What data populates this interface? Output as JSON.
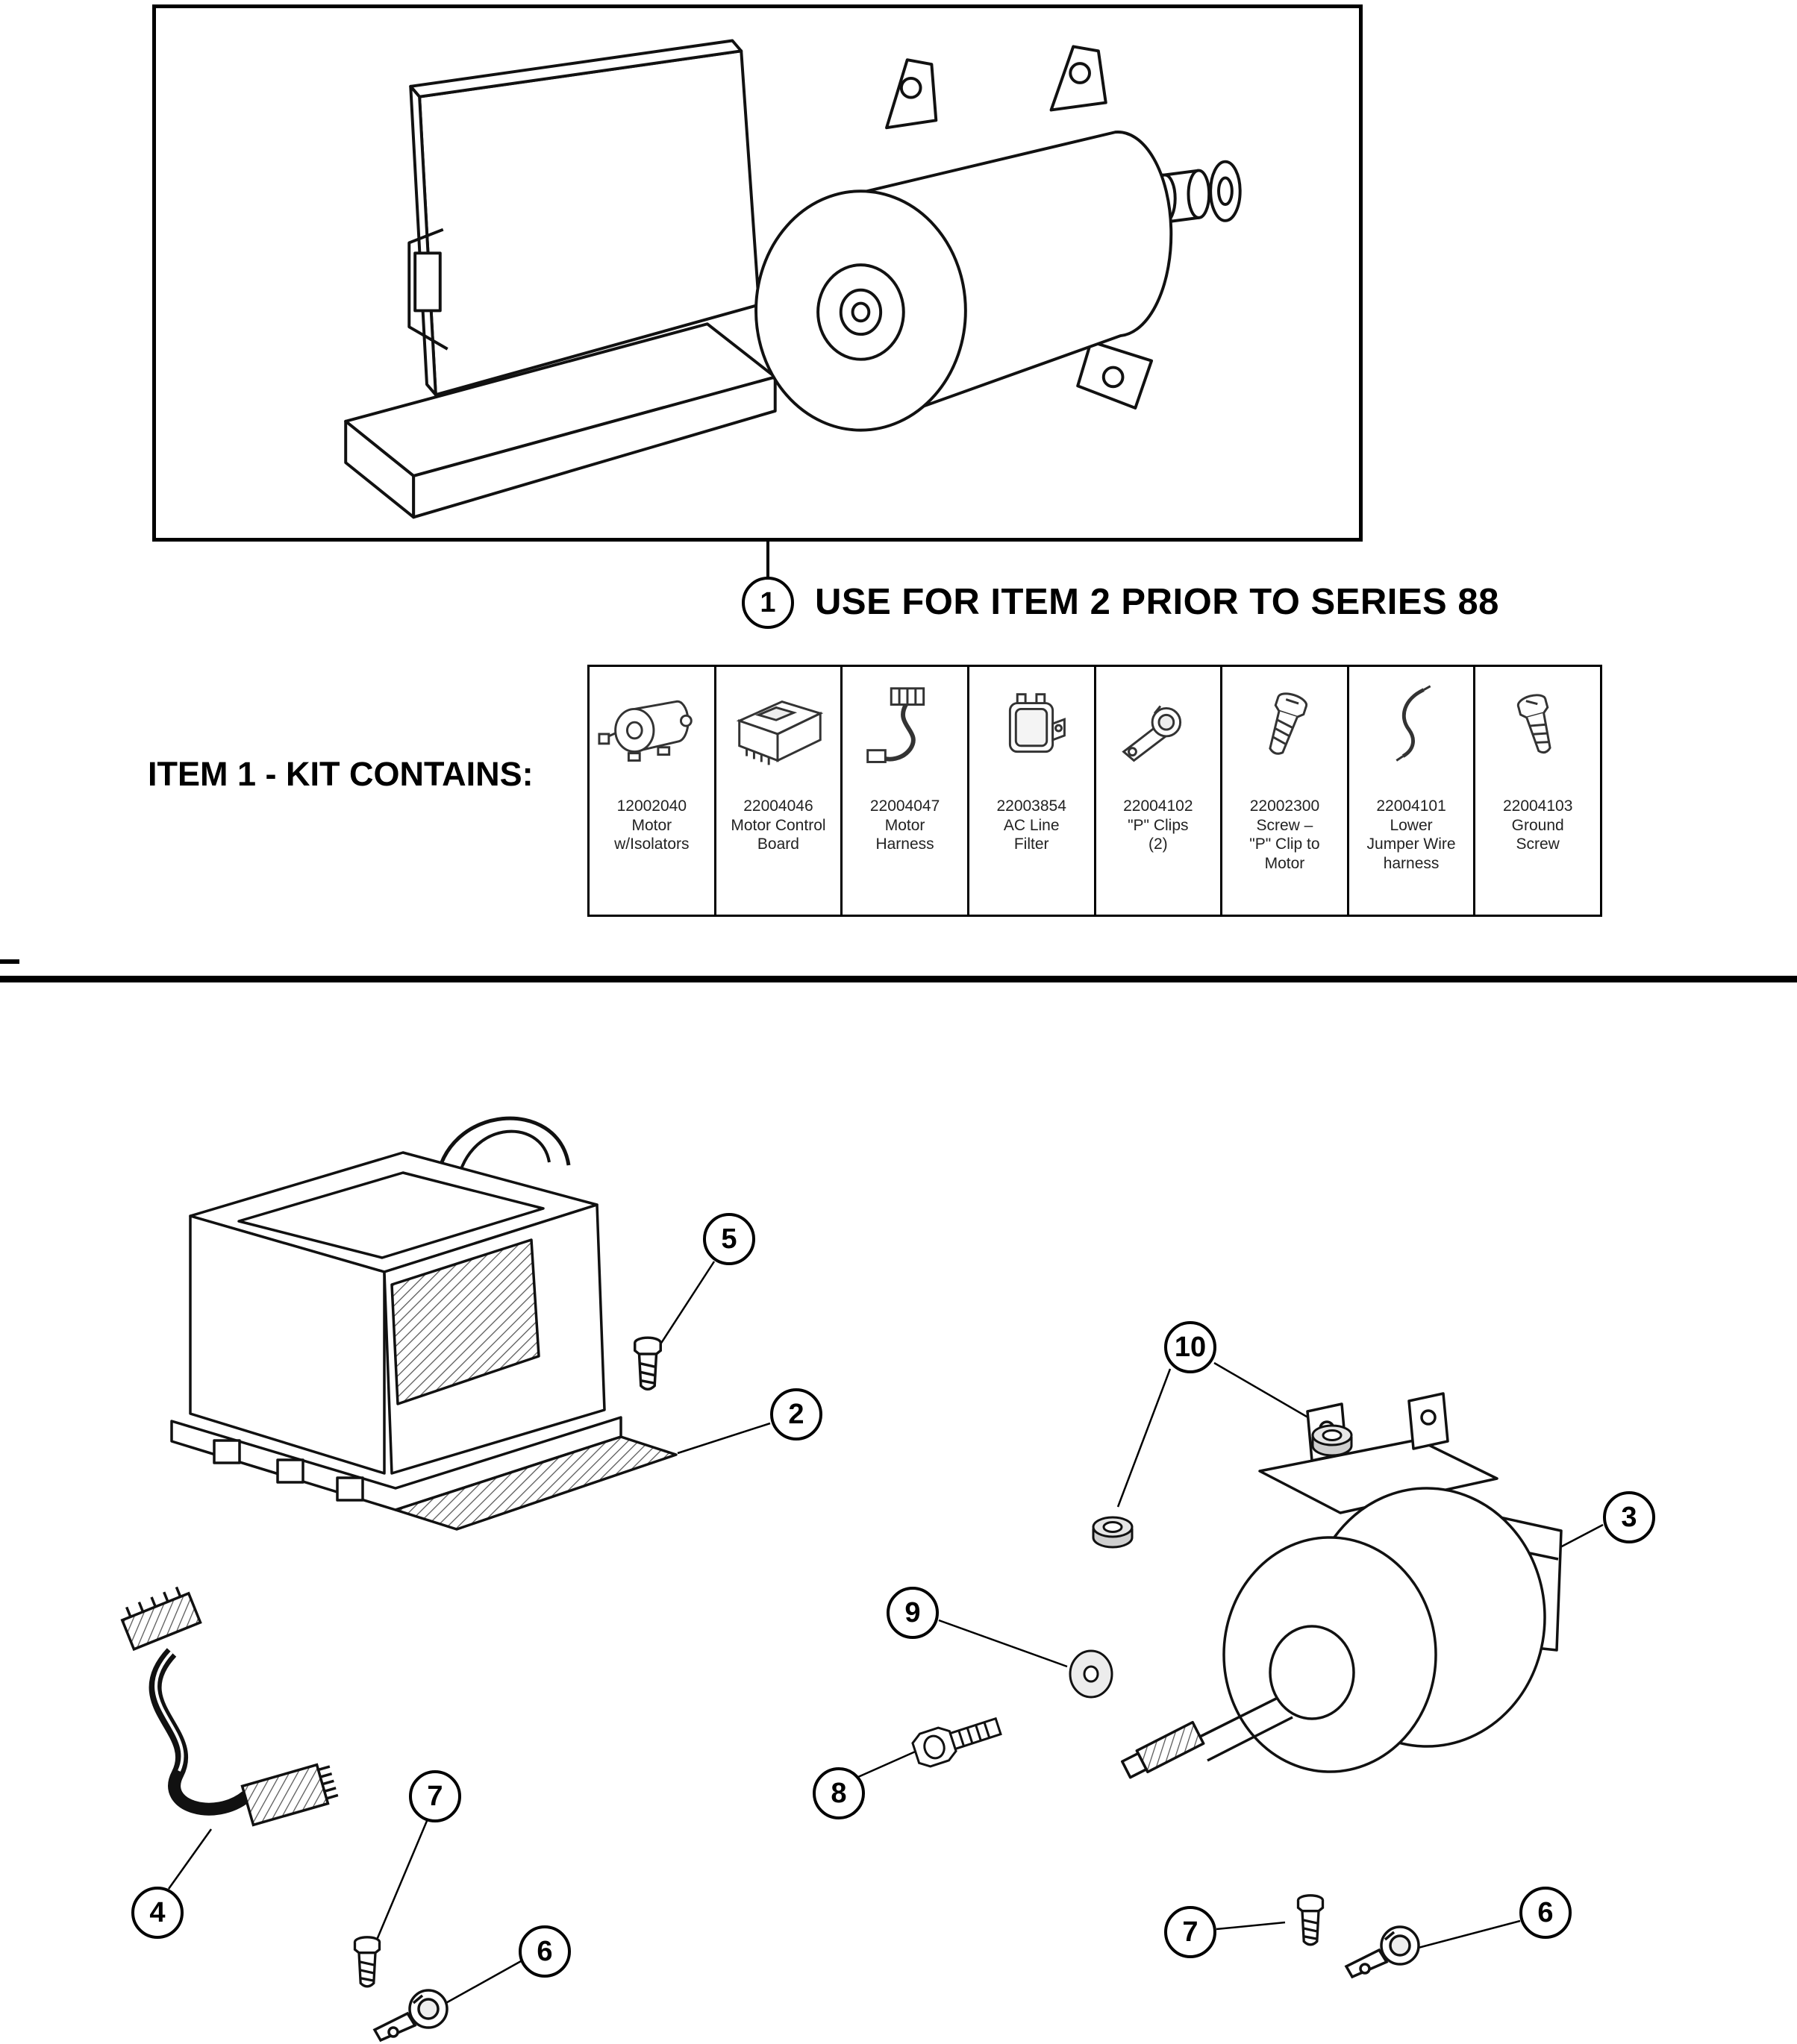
{
  "colors": {
    "line": "#111111",
    "background": "#ffffff"
  },
  "top_section": {
    "callout": "1",
    "caption": "USE FOR ITEM 2 PRIOR TO SERIES 88"
  },
  "kit": {
    "label": "ITEM 1 - KIT CONTAINS:",
    "items": [
      {
        "part": "12002040",
        "line1": "Motor",
        "line2": "w/Isolators",
        "line3": "",
        "icon": "motor-icon"
      },
      {
        "part": "22004046",
        "line1": "Motor Control",
        "line2": "Board",
        "line3": "",
        "icon": "control-board-icon"
      },
      {
        "part": "22004047",
        "line1": "Motor",
        "line2": "Harness",
        "line3": "",
        "icon": "motor-harness-icon"
      },
      {
        "part": "22003854",
        "line1": "AC Line",
        "line2": "Filter",
        "line3": "",
        "icon": "ac-line-filter-icon"
      },
      {
        "part": "22004102",
        "line1": "\"P\" Clips",
        "line2": "(2)",
        "line3": "",
        "icon": "p-clip-icon"
      },
      {
        "part": "22002300",
        "line1": "Screw –",
        "line2": "\"P\" Clip to",
        "line3": "Motor",
        "icon": "screw-icon"
      },
      {
        "part": "22004101",
        "line1": "Lower",
        "line2": "Jumper Wire",
        "line3": "harness",
        "icon": "jumper-wire-icon"
      },
      {
        "part": "22004103",
        "line1": "Ground",
        "line2": "Screw",
        "line3": "",
        "icon": "ground-screw-icon"
      }
    ]
  },
  "callouts": {
    "1": "1",
    "2": "2",
    "3": "3",
    "4": "4",
    "5": "5",
    "6": "6",
    "7": "7",
    "8": "8",
    "9": "9",
    "10": "10"
  }
}
